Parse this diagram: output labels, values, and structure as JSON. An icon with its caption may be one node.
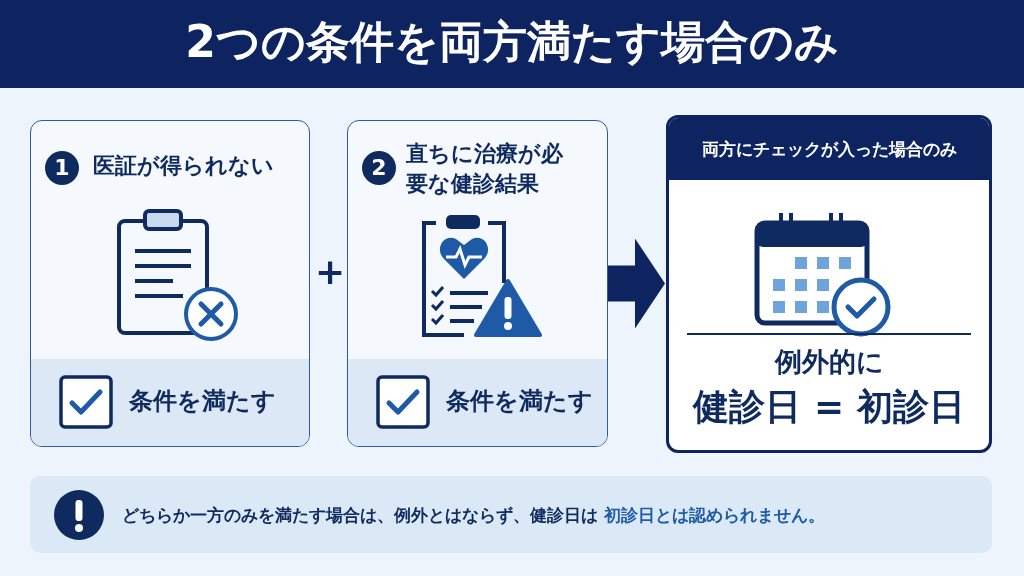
{
  "diagram": {
    "title": "2つの条件を両方満たす場合のみ",
    "nodes": [
      {
        "text": [
          "1",
          "医証が得られない",
          "条件を満たす"
        ]
      },
      {
        "text": [
          "2",
          "直ちに治療が必要な健診結果",
          "条件を満たす"
        ]
      },
      {
        "text": [
          "両方にチェックが入った場合のみ",
          "例外的に",
          "健診日 = 初診日"
        ]
      },
      {
        "text": [
          "どちらか一方のみを満たす場合は、例外とはならず、健診日は **初診日とは認められません。**"
        ]
      }
    ],
    "edges": [
      {
        "from": 1,
        "to": 2,
        "arrow": "to"
      }
    ],
    "labels": [
      "+"
    ]
  }
}
